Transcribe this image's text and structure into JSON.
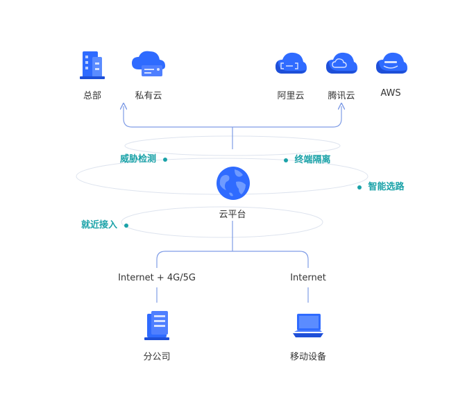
{
  "nodes": {
    "hq": "总部",
    "private_cloud": "私有云",
    "aliyun": "阿里云",
    "tencent_cloud": "腾讯云",
    "aws": "AWS",
    "cloud_platform": "云平台",
    "branch": "分公司",
    "mobile": "移动设备"
  },
  "features": {
    "threat_detection": "威胁检测",
    "endpoint_isolation": "终端隔离",
    "smart_routing": "智能选路",
    "nearby_access": "就近接入"
  },
  "connections": {
    "branch_link": "Internet + 4G/5G",
    "mobile_link": "Internet"
  },
  "colors": {
    "accent_blue": "#2f6bff",
    "teal": "#1aa2a8",
    "line": "#7f9ce6"
  },
  "icons": {
    "hq": "building-icon",
    "private_cloud": "cloud-server-icon",
    "aliyun": "cloud-icon",
    "tencent_cloud": "cloud-icon",
    "aws": "cloud-icon",
    "cloud_platform": "globe-icon",
    "branch": "server-icon",
    "mobile": "laptop-icon"
  }
}
